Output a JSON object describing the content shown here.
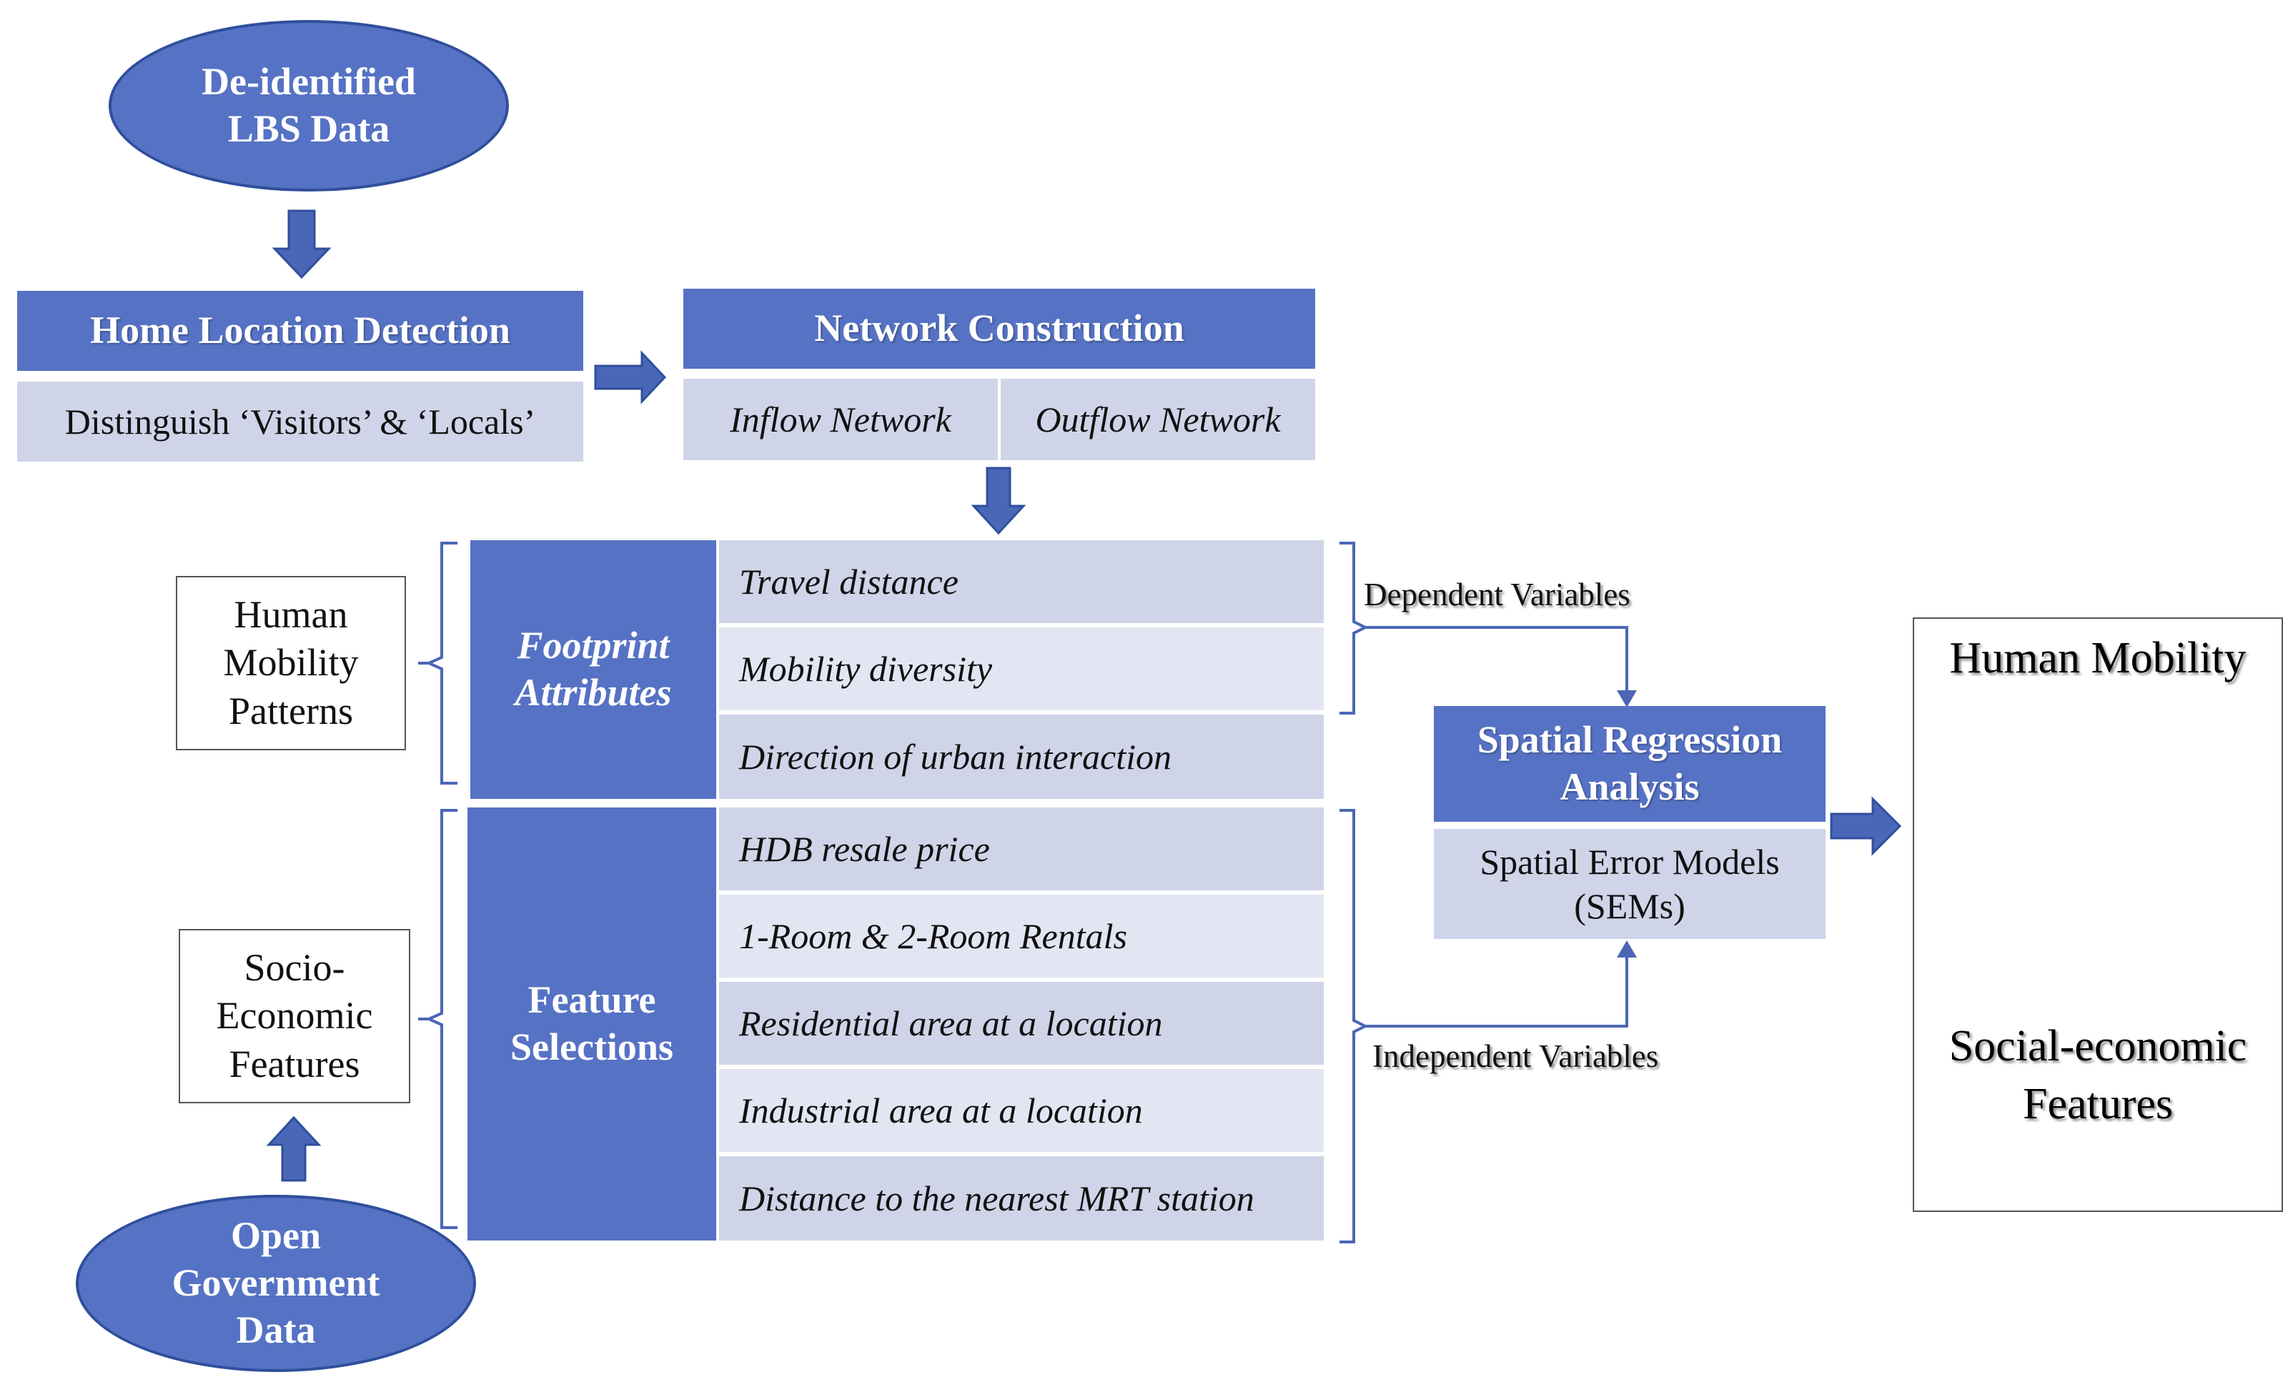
{
  "colors": {
    "primary_box": "#5672c4",
    "secondary_box": "#cfd4e8",
    "tertiary_box": "#e3e6f2",
    "arrow": "#4a66b6",
    "outline": "#555555"
  },
  "nodes": {
    "lbs_data": "De-identified LBS Data",
    "home_location_detection": "Home Location Detection",
    "distinguish": "Distinguish ‘Visitors’ & ‘Locals’",
    "network_construction": "Network Construction",
    "inflow_network": "Inflow Network",
    "outflow_network": "Outflow Network",
    "human_mobility_patterns": "Human Mobility Patterns",
    "footprint_attributes": "Footprint Attributes",
    "footprint_items": [
      "Travel distance",
      "Mobility diversity",
      "Direction of urban interaction"
    ],
    "socio_economic_features": "Socio-Economic Features",
    "feature_selections": "Feature Selections",
    "feature_items": [
      "HDB resale price",
      "1-Room & 2-Room Rentals",
      "Residential area at a location",
      "Industrial area at a location",
      "Distance to the nearest MRT station"
    ],
    "open_government_data": "Open Government Data",
    "dependent_variables": "Dependent Variables",
    "independent_variables": "Independent Variables",
    "spatial_regression_analysis": "Spatial Regression Analysis",
    "spatial_error_models": "Spatial Error Models (SEMs)",
    "human_mobility": "Human Mobility",
    "social_economic_features": "Social-economic Features"
  }
}
